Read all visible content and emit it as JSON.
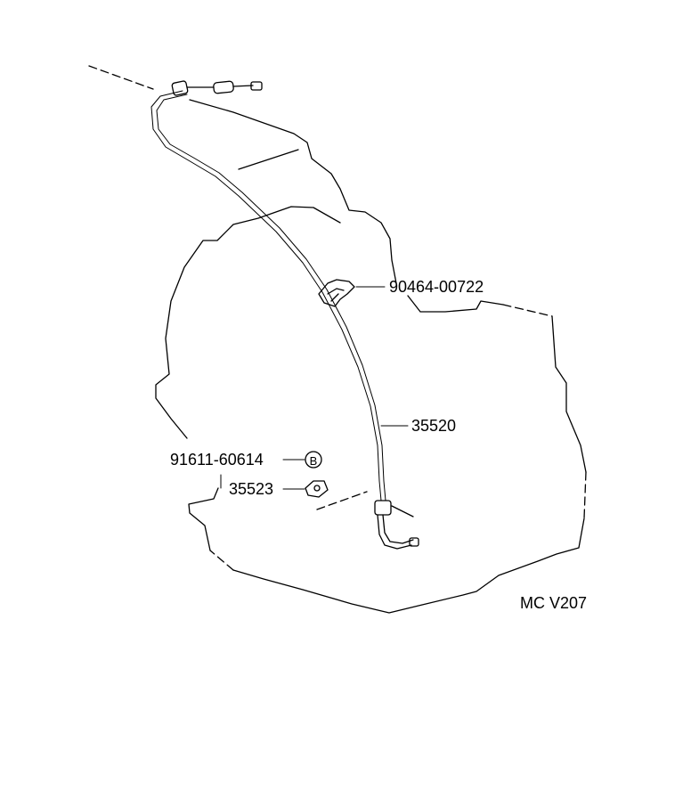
{
  "diagram": {
    "figure_code": "MC V207",
    "callouts": [
      {
        "id": "clip",
        "part_number": "90464-00722"
      },
      {
        "id": "cable",
        "part_number": "35520"
      },
      {
        "id": "bolt",
        "part_number": "91611-60614"
      },
      {
        "id": "bolt-symbol",
        "part_number": "B"
      },
      {
        "id": "bracket",
        "part_number": "35523"
      }
    ]
  }
}
